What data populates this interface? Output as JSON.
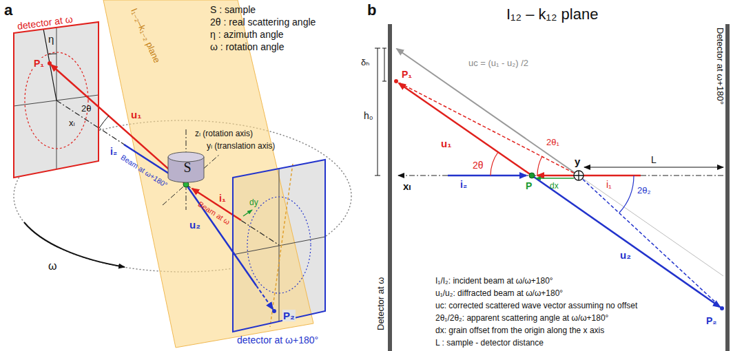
{
  "diagram": {
    "nodes": [
      {
        "text": [
          "detector at ω"
        ]
      },
      {
        "text": [
          "S"
        ]
      },
      {
        "text": [
          "detector at ω+180°"
        ]
      }
    ],
    "labels": [
      "a",
      "S : sample",
      "2θ : real scattering angle",
      "η : azimuth angle",
      "ω : rotation angle",
      "I₁₋₂–k₁₋₂ plane",
      "P₁",
      "η",
      "u₁",
      "2θ",
      "xₗ",
      "i₂",
      "Beam at ω+180°",
      "zₗ (rotation axis)",
      "yₗ (translation axis)",
      "Beam at ω",
      "i₁",
      "dy",
      "u₂",
      "ω",
      "P₂",
      "b",
      "I₁₂ – k₁₂ plane",
      "δₕ",
      "h₀",
      "P₁",
      "uc = (u₁ - u₂) /2",
      "u₁",
      "2θ",
      "2θ₁",
      "y",
      "L",
      "xₗ",
      "i₂",
      "P",
      "dx",
      "i₁",
      "2θ₂",
      "u₂",
      "P₂",
      "Detector at ω",
      "Detector at ω+180°",
      "I₁/I₂: incident beam at ω/ω+180°",
      "u₁/u₂: diffracted beam at ω/ω+180°",
      "uc: corrected scattered wave vector assuming no offset",
      "2θ₁/2θ₂: apparent scattering angle at ω/ω+180°",
      "dx: grain offset from the origin along the x axis",
      "L : sample - detector distance"
    ]
  }
}
